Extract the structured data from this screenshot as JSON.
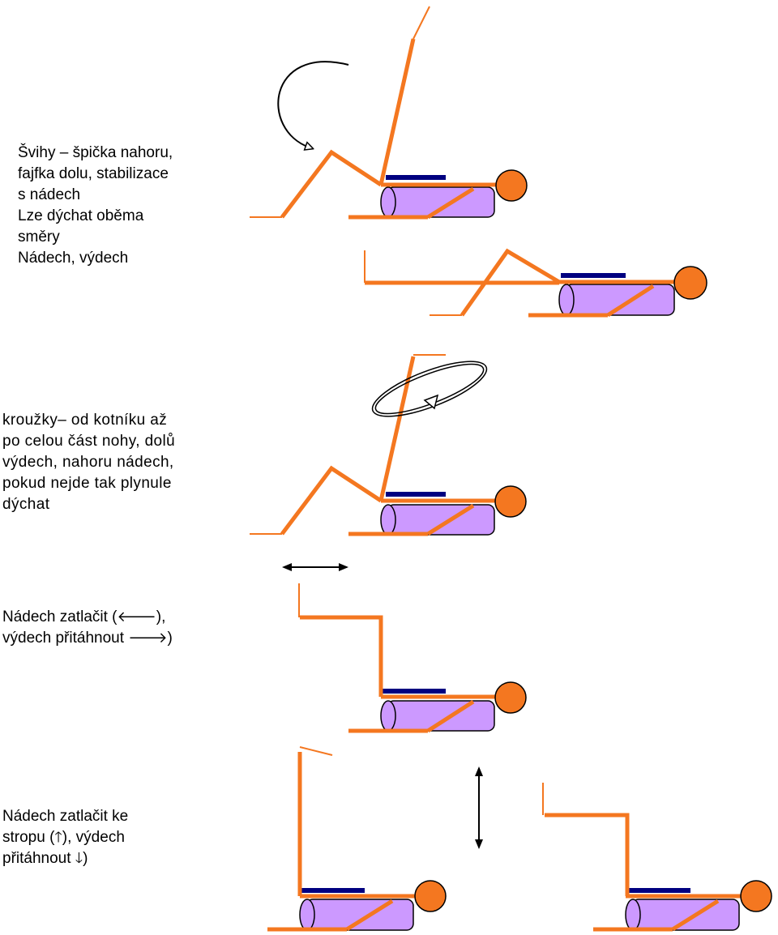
{
  "captions": [
    {
      "id": "swings",
      "lines": [
        "Švihy – špička nahoru,",
        "fajfka dolu, stabilizace",
        "s nádech",
        "Lze dýchat oběma",
        "směry",
        "Nádech, výdech"
      ]
    },
    {
      "id": "circles",
      "lines": [
        "kroužky– od kotníku až",
        "po celou část nohy, dolů",
        "výdech, nahoru nádech,",
        "pokud nejde tak plynule",
        "dýchat"
      ]
    },
    {
      "id": "push-horizontal",
      "line1_pre": "Nádech zatlačit (",
      "line1_arrow": "🡐",
      "line1_post": "),",
      "line2_pre": "výdech přitáhnout ",
      "line2_arrow": "🡒",
      "line2_post": ")"
    },
    {
      "id": "push-vertical",
      "line1": "Nádech zatlačit ke",
      "line2_pre": "stropu (",
      "line2_arrow": "🡑",
      "line2_post": "), výdech",
      "line3_pre": "přitáhnout ",
      "line3_arrow": "🡓",
      "line3_post": ")"
    }
  ],
  "colors": {
    "leg": "#f47720",
    "roller": "#cc99ff",
    "band": "#000080",
    "head": "#f47720",
    "arrow": "#000000"
  },
  "icons": [
    "curved-arrow-icon",
    "circular-arrow-icon",
    "double-arrow-horizontal-icon",
    "double-arrow-vertical-icon"
  ]
}
